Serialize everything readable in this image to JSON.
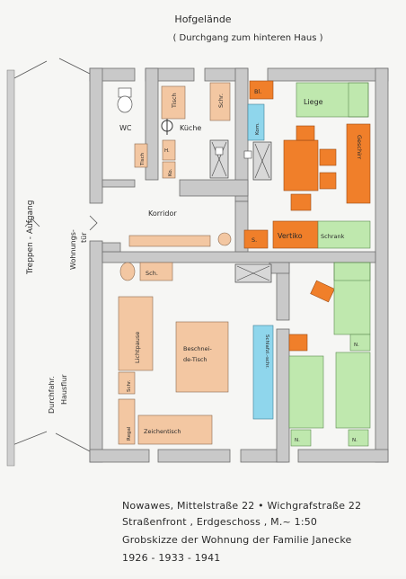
{
  "header": {
    "title": "Hofgelände",
    "subtitle": "( Durchgang zum hinteren Haus )"
  },
  "outside": {
    "treppen": "Treppen - Aufgang",
    "wohnungstuer_1": "Wohnungs-",
    "wohnungstuer_2": "tür",
    "durchfahrt_1": "Durchfahr.",
    "durchfahrt_2": "Hausflur"
  },
  "rooms": {
    "wc": "WC",
    "kueche": "Küche",
    "korridor": "Korridor"
  },
  "furniture": {
    "tisch_kueche": "Tisch",
    "schr_kueche": "Schr.",
    "tisch_small": "Tisch",
    "h": "H.",
    "ko": "Ko.",
    "bl": "Bl.",
    "kom": "Kom.",
    "liege": "Liege",
    "geschirr": "Geschirr",
    "s": "S.",
    "vertiko": "Vertiko",
    "schrank": "Schrank",
    "sch": "Sch.",
    "lichtpause": "Lichtpause",
    "beschneidetisch_1": "Beschnei-",
    "beschneidetisch_2": "de-Tisch",
    "schr_workshop": "Schr.",
    "regal": "Regal",
    "zeichentisch": "Zeichentisch",
    "schlafzi_schr": "Schlafzi.-schr.",
    "n1": "N.",
    "n2": "N.",
    "n3": "N."
  },
  "caption": {
    "line1": "Nowawes, Mittelstraße 22 • Wichgrafstraße 22",
    "line2": "Straßenfront , Erdgeschoss , M.~ 1:50",
    "line3": "Grobskizze der Wohnung der Familie Janecke",
    "line4": "1926 - 1933 - 1941"
  },
  "colors": {
    "orange": "#f07f2a",
    "peach": "#f3c7a2",
    "green": "#bfe8ae",
    "blue": "#8fd6ec",
    "wall": "#c9c9c9"
  }
}
